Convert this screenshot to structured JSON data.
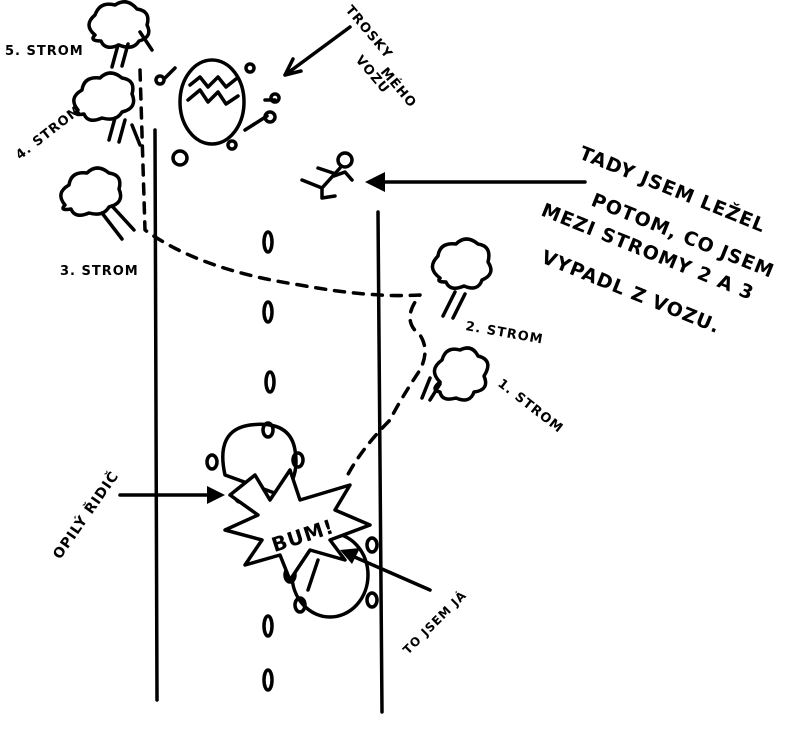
{
  "trees": {
    "t5": "5. STROM",
    "t4": "4. STROM",
    "t3": "3. STROM",
    "t2": "2. STROM",
    "t1": "1. STROM"
  },
  "wreck_label": [
    "TROSKY",
    "MÉHO",
    "VOZU"
  ],
  "lying_note": [
    "TADY JSEM LEŽEL",
    "POTOM, CO JSEM",
    "MEZI STROMY 2 A 3",
    "VYPADL Z VOZU."
  ],
  "drunk_driver": "OPILÝ ŘIDIČ",
  "crash": "BUM!",
  "me": "TO JSEM JÁ"
}
